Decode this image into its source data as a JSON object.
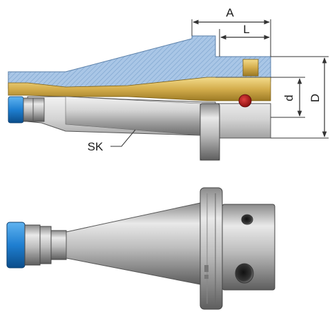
{
  "diagram": {
    "labels": {
      "A": "A",
      "L": "L",
      "d": "d",
      "D": "D",
      "SK": "SK"
    },
    "colors": {
      "section_hatch": "#8fb4d8",
      "brass": "#d9b85a",
      "steel_light": "#e8e8e8",
      "steel_dark": "#7a7a7a",
      "blue_ring": "#1f7fd1",
      "red_screw": "#b81a1a",
      "dimension_line": "#333333"
    },
    "views": [
      "section-view",
      "exterior-view"
    ]
  }
}
